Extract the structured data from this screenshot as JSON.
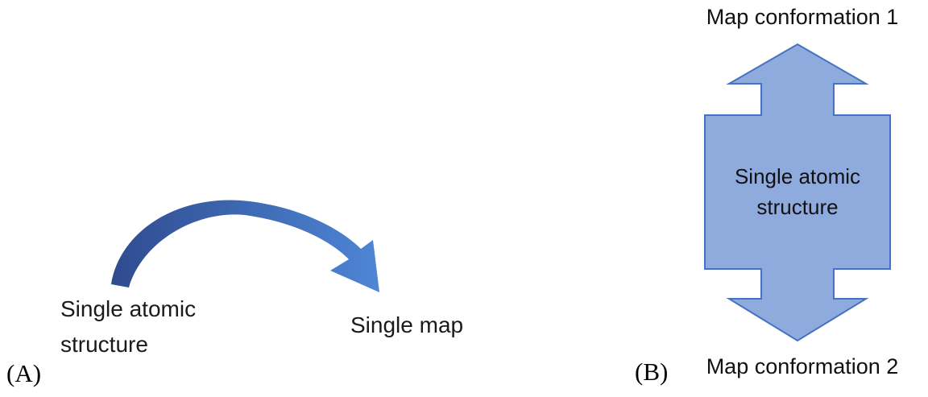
{
  "figure": {
    "panel_a": {
      "tag": "(A)",
      "source_line1": "Single atomic",
      "source_line2": "structure",
      "target": "Single map",
      "relationship": "single atomic structure maps to single map"
    },
    "panel_b": {
      "tag": "(B)",
      "top": "Map conformation 1",
      "bottom": "Map conformation 2",
      "center_line1": "Single atomic",
      "center_line2": "structure",
      "relationship": "single atomic structure maps to two map conformations"
    }
  },
  "colors": {
    "arrow_dark": "#2f4b8f",
    "arrow_light": "#4e86d6",
    "shape_fill": "#8faadc",
    "shape_border": "#4472c4"
  }
}
